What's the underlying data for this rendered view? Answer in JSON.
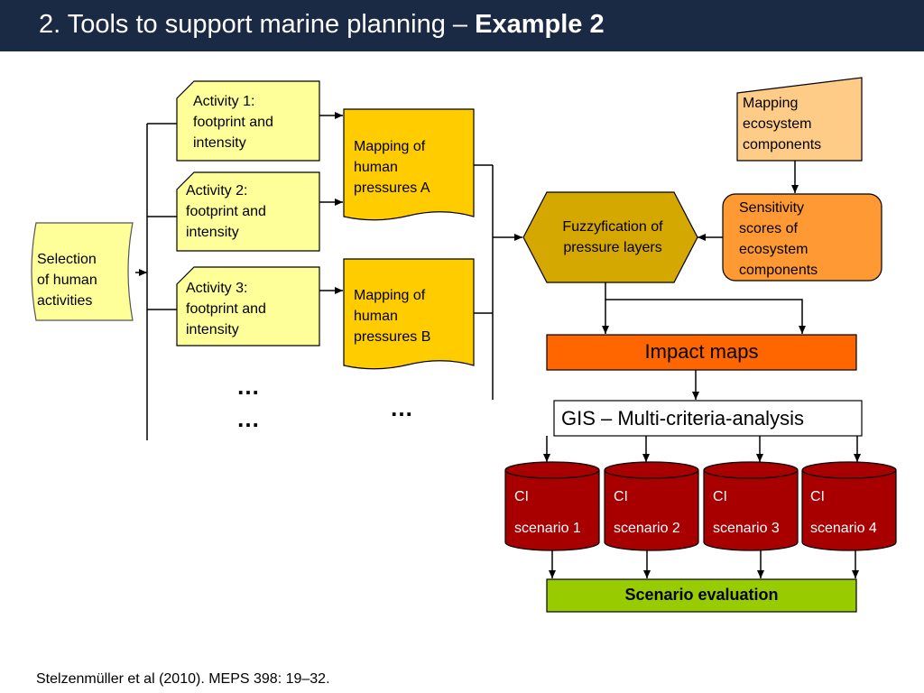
{
  "header": {
    "title_main": "2. Tools to support marine planning – ",
    "title_bold": "Example 2"
  },
  "diagram": {
    "selection": [
      "Selection",
      "of human",
      "activities"
    ],
    "activities": [
      [
        "Activity 1:",
        "footprint and",
        "intensity"
      ],
      [
        "Activity 2:",
        "footprint and",
        "intensity"
      ],
      [
        "Activity 3:",
        "footprint and",
        "intensity"
      ]
    ],
    "pressures": [
      [
        "Mapping of",
        "human",
        "pressures A"
      ],
      [
        "Mapping of",
        "human",
        "pressures B"
      ]
    ],
    "ellipsis_left_top": "…",
    "ellipsis_left_bottom": "…",
    "ellipsis_mid": "…",
    "fuzzyfication": [
      "Fuzzyfication of",
      "pressure layers"
    ],
    "ecosystem": [
      "Mapping",
      "ecosystem",
      "components"
    ],
    "sensitivity": [
      "Sensitivity",
      "scores of",
      "ecosystem",
      "components"
    ],
    "impact_maps": "Impact maps",
    "gis": "GIS – Multi-criteria-analysis",
    "scenarios": [
      {
        "line1": "CI",
        "line2": "scenario 1"
      },
      {
        "line1": "CI",
        "line2": "scenario 2"
      },
      {
        "line1": "CI",
        "line2": "scenario 3"
      },
      {
        "line1": "CI",
        "line2": "scenario 4"
      }
    ],
    "evaluation": "Scenario evaluation"
  },
  "colors": {
    "header_bg": "#1b2a44",
    "activity_fill": "#ffff99",
    "pressure_fill": "#ffcc00",
    "fuzzy_fill": "#d4a800",
    "ecosystem_fill": "#ffcc88",
    "sensitivity_fill": "#ff9933",
    "impact_fill": "#ff6600",
    "scenario_fill": "#a80000",
    "evaluation_fill": "#99cc00"
  },
  "footer": {
    "citation": "Stelzenmüller et al (2010). MEPS 398: 19–32."
  }
}
